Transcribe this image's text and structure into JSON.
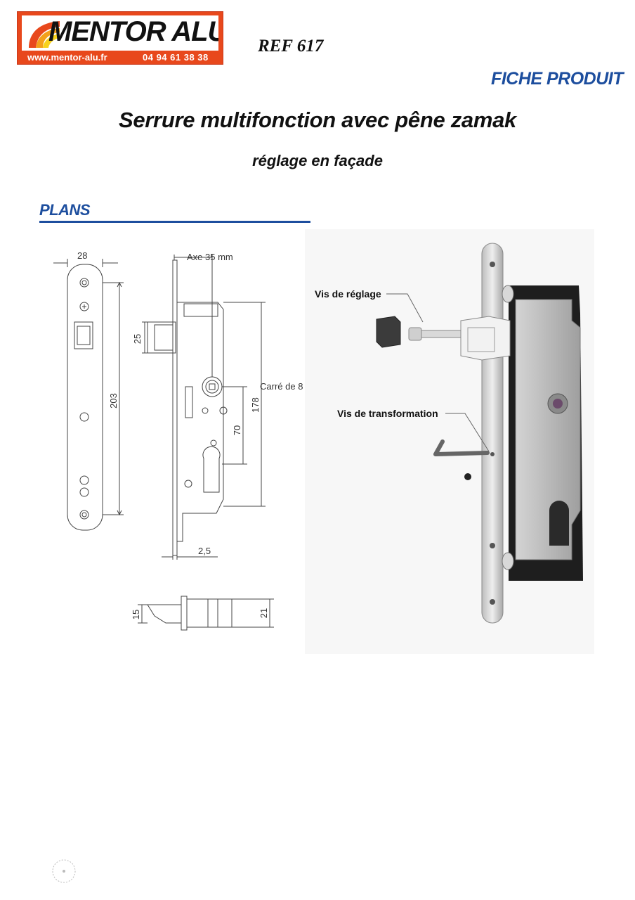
{
  "header": {
    "logo_name": "MENTOR ALU",
    "logo_url": "www.mentor-alu.fr",
    "logo_phone": "04 94 61 38 38",
    "ref": "REF 617",
    "fiche": "FICHE PRODUIT"
  },
  "product": {
    "title": "Serrure multifonction avec pêne zamak",
    "subtitle": "réglage en façade"
  },
  "section": {
    "plans_label": "PLANS"
  },
  "drawing_labels": {
    "faceplate_width": "28",
    "faceplate_height": "203",
    "axe": "Axe 35 mm",
    "latch_height": "25",
    "carre": "Carré de 8",
    "body_height": "178",
    "axis_distance": "70",
    "faceplate_thickness": "2,5",
    "bolt_height": "15",
    "bolt_total": "21"
  },
  "render_labels": {
    "vis_reglage": "Vis de réglage",
    "vis_transformation": "Vis de transformation"
  },
  "colors": {
    "brand_orange": "#e8481c",
    "brand_blue": "#1d4e9e"
  }
}
